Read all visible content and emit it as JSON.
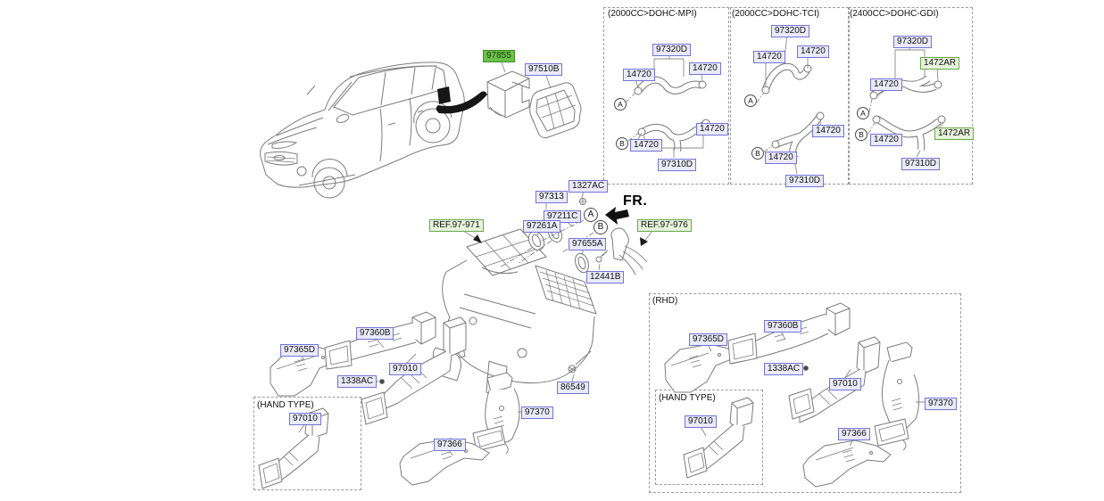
{
  "diagram": {
    "type": "parts-catalog-exploded-view",
    "vehicle": "SUV (heater / ventilation ducts section)"
  },
  "colors": {
    "label_blue_bg": "#eaeaf8",
    "label_blue_border": "#7474d8",
    "label_green_bg": "#e6f2da",
    "label_green_border": "#6aa84f",
    "selected_green_bg": "#6cc14b",
    "selected_green_border": "#3f8f24",
    "line_art": "#7b7b7b",
    "arrow_black": "#161616"
  },
  "fr": "FR.",
  "markers": {
    "a": "A",
    "b": "B"
  },
  "headers": {
    "mpi": "(2000CC>DOHC-MPI)",
    "tci": "(2000CC>DOHC-TCI)",
    "gdi": "(2400CC>DOHC-GDI)",
    "rhd": "(RHD)",
    "hand_type": "(HAND TYPE)"
  },
  "refs": {
    "r971": "REF.97-971",
    "r976": "REF.97-976"
  },
  "parts": {
    "p97855": "97855",
    "p97510B": "97510B",
    "p97320D": "97320D",
    "p14720": "14720",
    "p1472AR": "1472AR",
    "p97310D": "97310D",
    "p1327AC": "1327AC",
    "p97313": "97313",
    "p97211C": "97211C",
    "p97261A": "97261A",
    "p97655A": "97655A",
    "p12441B": "12441B",
    "p86549": "86549",
    "p97360B": "97360B",
    "p97365D": "97365D",
    "p97010": "97010",
    "p1338AC": "1338AC",
    "p97370": "97370",
    "p97366": "97366"
  }
}
